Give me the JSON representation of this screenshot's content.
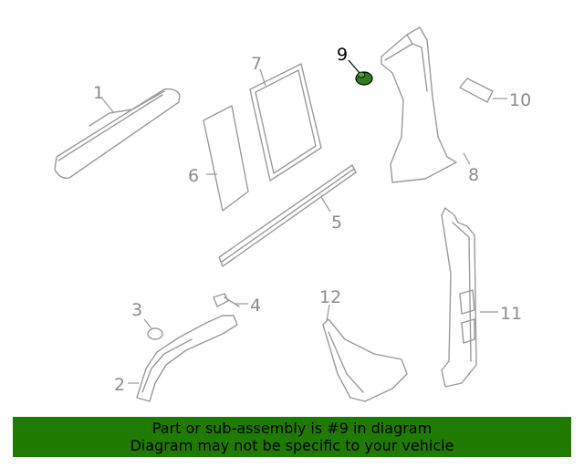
{
  "callouts": {
    "c1": "1",
    "c2": "2",
    "c3": "3",
    "c4": "4",
    "c5": "5",
    "c6": "6",
    "c7": "7",
    "c8": "8",
    "c9": "9",
    "c10": "10",
    "c11": "11",
    "c12": "12"
  },
  "highlighted_part": "9",
  "colors": {
    "highlight_part": "#2e7d1e",
    "banner_bg": "#1f7a00",
    "part_outline": "#9a9a9a"
  },
  "banner": {
    "line1": "Part or sub-assembly is #9 in diagram",
    "line2": "Diagram may not be specific to your vehicle"
  }
}
